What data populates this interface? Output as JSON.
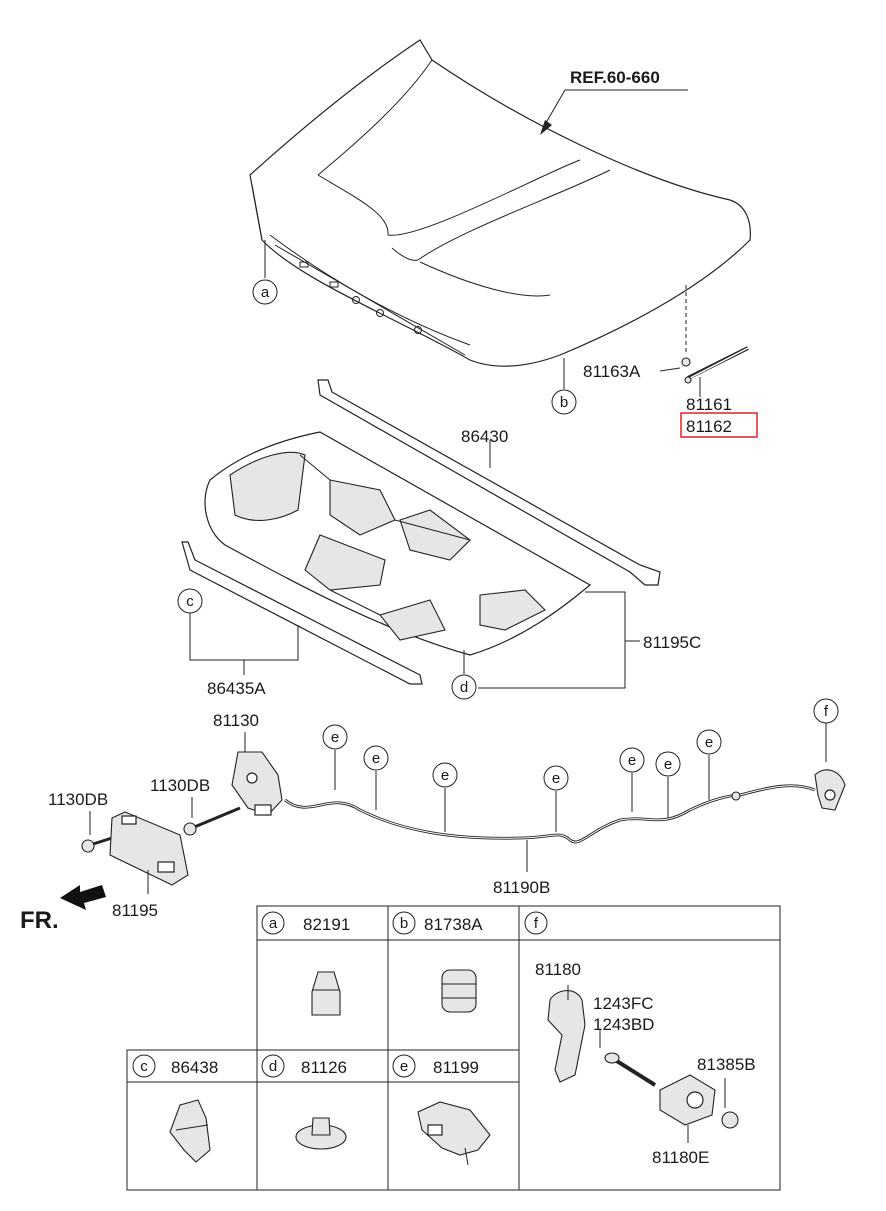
{
  "header_ref": "REF.60-660",
  "direction_label": "FR.",
  "highlight_color": "#e03030",
  "callout_letters": {
    "a": "a",
    "b": "b",
    "c": "c",
    "d": "d",
    "e": "e",
    "f": "f"
  },
  "part_numbers": {
    "p81163a": "81163A",
    "p81161": "81161",
    "p81162": "81162",
    "p86430": "86430",
    "p81195c": "81195C",
    "p86435a": "86435A",
    "p81130": "81130",
    "p1130db_left": "1130DB",
    "p1130db_right": "1130DB",
    "p81195": "81195",
    "p81190b": "81190B"
  },
  "legend": {
    "a": {
      "letter": "a",
      "part": "82191"
    },
    "b": {
      "letter": "b",
      "part": "81738A"
    },
    "c": {
      "letter": "c",
      "part": "86438"
    },
    "d": {
      "letter": "d",
      "part": "81126"
    },
    "e": {
      "letter": "e",
      "part": "81199"
    },
    "f": {
      "letter": "f",
      "parts": [
        "81180",
        "1243FC",
        "1243BD",
        "81385B",
        "81180E"
      ]
    }
  }
}
